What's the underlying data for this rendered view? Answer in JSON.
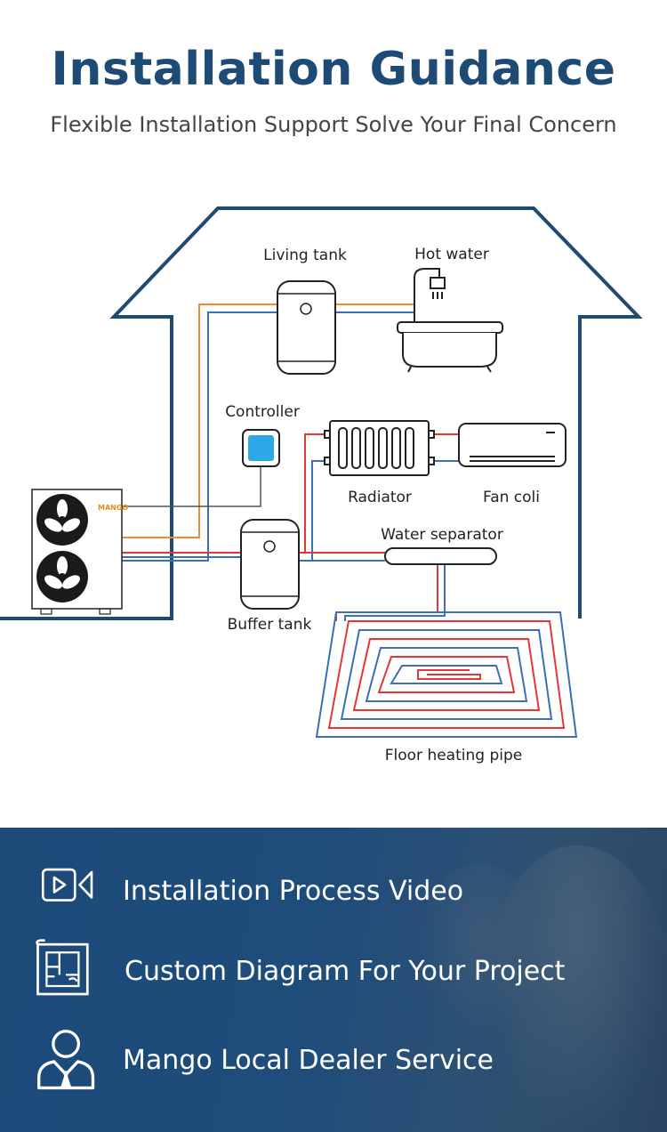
{
  "header": {
    "title": "Installation Guidance",
    "subtitle": "Flexible Installation Support Solve Your Final Concern"
  },
  "diagram": {
    "labels": {
      "living_tank": "Living tank",
      "hot_water": "Hot water",
      "controller": "Controller",
      "radiator": "Radiator",
      "fan_coil": "Fan coli",
      "water_separator": "Water separator",
      "buffer_tank": "Buffer tank",
      "floor_heating": "Floor heating pipe",
      "brand": "MANGO"
    },
    "colors": {
      "house_outline": "#1f4a73",
      "hot_pipe": "#e53535",
      "cold_pipe": "#3a6fb5",
      "water_pipe": "#f08a2a",
      "control_wire": "#666666",
      "controller_screen": "#2aa8e8"
    }
  },
  "features": [
    {
      "icon": "video-camera-icon",
      "label": "Installation Process Video"
    },
    {
      "icon": "blueprint-icon",
      "label": "Custom Diagram For Your Project"
    },
    {
      "icon": "dealer-person-icon",
      "label": "Mango Local Dealer Service"
    }
  ]
}
